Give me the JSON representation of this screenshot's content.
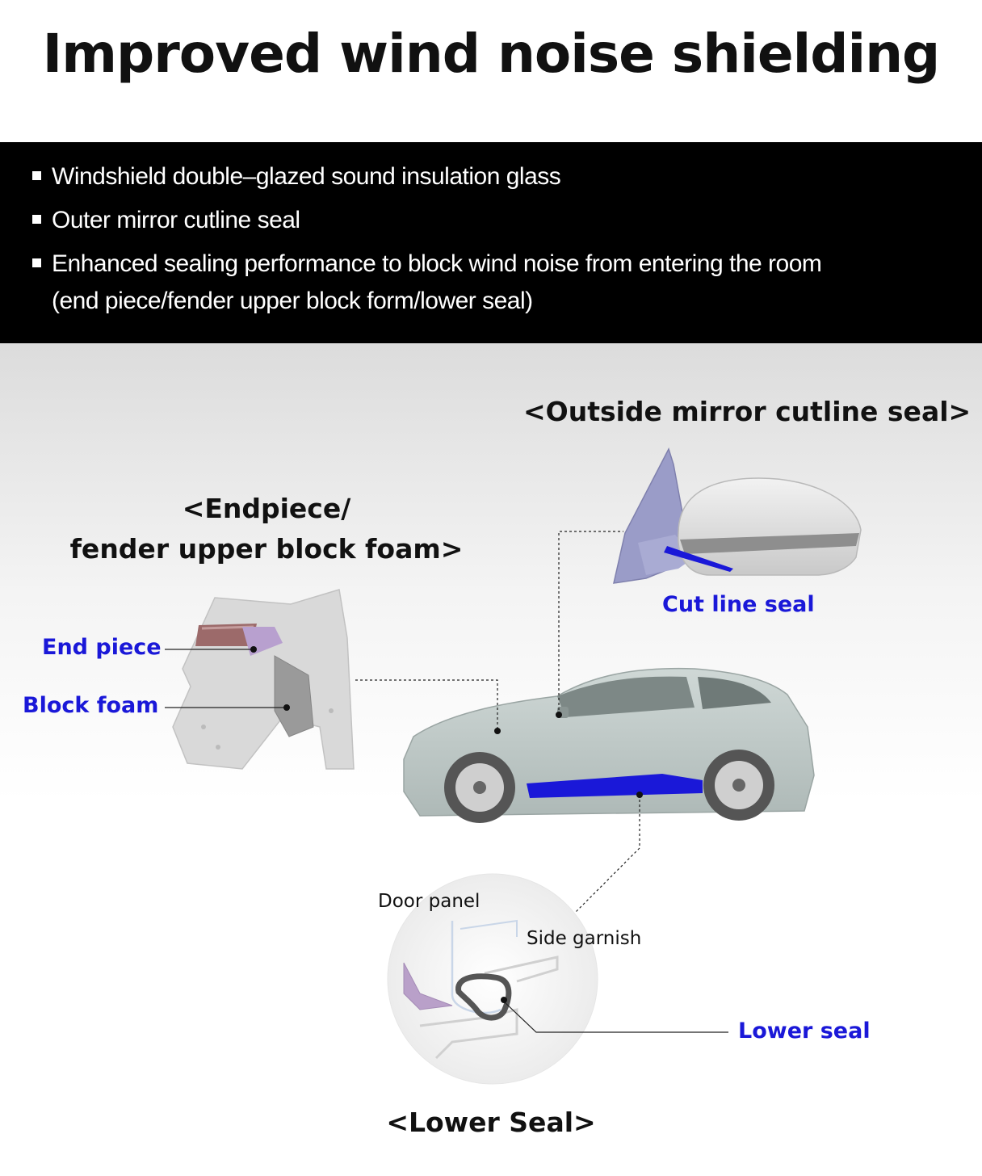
{
  "title": "Improved wind noise shielding",
  "bullets": [
    "Windshield double–glazed sound insulation glass",
    "Outer mirror cutline seal",
    "Enhanced sealing performance to block wind noise from entering the room"
  ],
  "bullet_continuation": "(end piece/fender upper block form/lower seal)",
  "sections": {
    "mirror": {
      "heading": "<Outside mirror cutline seal>",
      "label": "Cut line seal"
    },
    "fender": {
      "heading_line1": "<Endpiece/",
      "heading_line2": "fender upper block foam>",
      "label_end_piece": "End piece",
      "label_block_foam": "Block foam"
    },
    "lower": {
      "heading": "<Lower Seal>",
      "label_door_panel": "Door panel",
      "label_side_garnish": "Side garnish",
      "label_lower_seal": "Lower seal"
    }
  },
  "colors": {
    "accent_blue": "#1a18d8",
    "seal_purple": "#b9a0c9",
    "mirror_purple": "#9a9cc8",
    "car_body": "#b9c4c2"
  }
}
